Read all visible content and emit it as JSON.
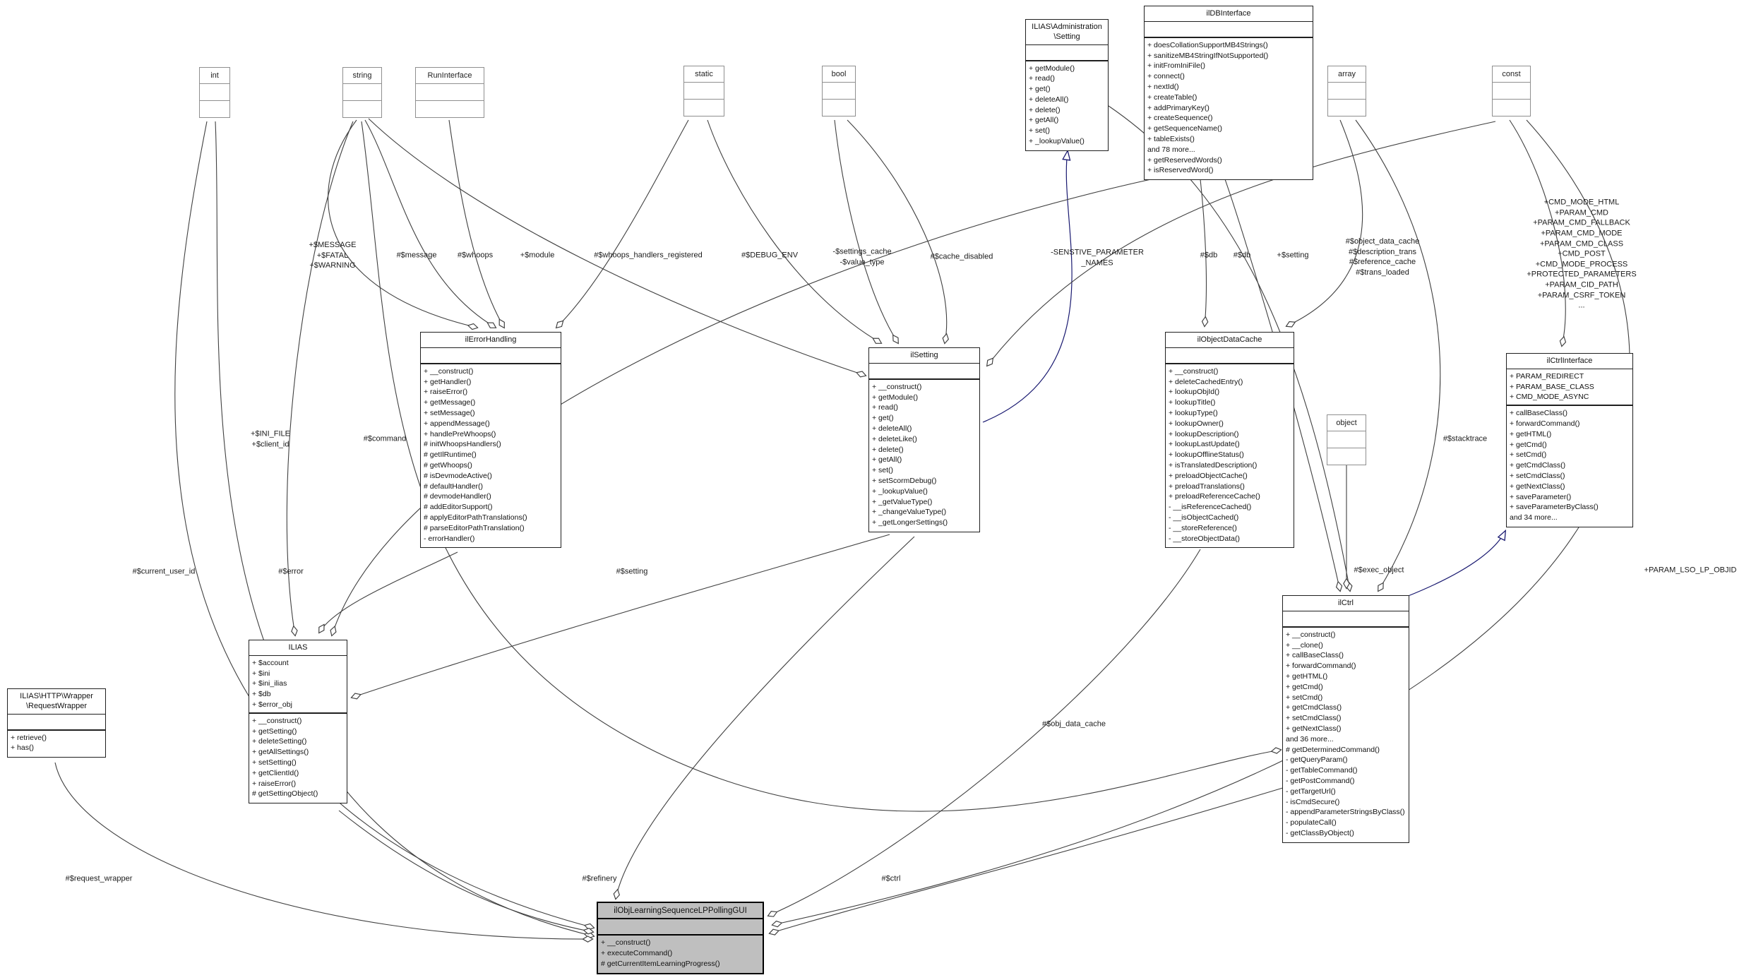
{
  "classes": {
    "int": {
      "title": "int"
    },
    "string": {
      "title": "string"
    },
    "runinterface": {
      "title": "RunInterface"
    },
    "static": {
      "title": "static"
    },
    "bool": {
      "title": "bool"
    },
    "array": {
      "title": "array"
    },
    "const": {
      "title": "const"
    },
    "object": {
      "title": "object"
    },
    "admin_setting": {
      "title": "ILIAS\\Administration\n\\Setting",
      "attributes": [],
      "methods": [
        "+ getModule()",
        "+ read()",
        "+ get()",
        "+ deleteAll()",
        "+ delete()",
        "+ getAll()",
        "+ set()",
        "+ _lookupValue()"
      ]
    },
    "ildbinterface": {
      "title": "ilDBInterface",
      "attributes": [],
      "methods": [
        "+ doesCollationSupportMB4Strings()",
        "+ sanitizeMB4StringIfNotSupported()",
        "+ initFromIniFile()",
        "+ connect()",
        "+ nextId()",
        "+ createTable()",
        "+ addPrimaryKey()",
        "+ createSequence()",
        "+ getSequenceName()",
        "+ tableExists()",
        "and 78 more...",
        "+ getReservedWords()",
        "+ isReservedWord()"
      ]
    },
    "ilerrorhandling": {
      "title": "ilErrorHandling",
      "attributes": [],
      "methods": [
        "+ __construct()",
        "+ getHandler()",
        "+ raiseError()",
        "+ getMessage()",
        "+ setMessage()",
        "+ appendMessage()",
        "+ handlePreWhoops()",
        "# initWhoopsHandlers()",
        "# getIlRuntime()",
        "# getWhoops()",
        "# isDevmodeActive()",
        "# defaultHandler()",
        "# devmodeHandler()",
        "# addEditorSupport()",
        "# applyEditorPathTranslations()",
        "# parseEditorPathTranslation()",
        "- errorHandler()"
      ]
    },
    "ilsetting": {
      "title": "ilSetting",
      "attributes": [],
      "methods": [
        "+ __construct()",
        "+ getModule()",
        "+ read()",
        "+ get()",
        "+ deleteAll()",
        "+ deleteLike()",
        "+ delete()",
        "+ getAll()",
        "+ set()",
        "+ setScormDebug()",
        "+ _lookupValue()",
        "+ _getValueType()",
        "+ _changeValueType()",
        "+ _getLongerSettings()"
      ]
    },
    "ilobjectdatacache": {
      "title": "ilObjectDataCache",
      "attributes": [],
      "methods": [
        "+ __construct()",
        "+ deleteCachedEntry()",
        "+ lookupObjId()",
        "+ lookupTitle()",
        "+ lookupType()",
        "+ lookupOwner()",
        "+ lookupDescription()",
        "+ lookupLastUpdate()",
        "+ lookupOfflineStatus()",
        "+ isTranslatedDescription()",
        "+ preloadObjectCache()",
        "+ preloadTranslations()",
        "+ preloadReferenceCache()",
        "- __isReferenceCached()",
        "- __isObjectCached()",
        "- __storeReference()",
        "- __storeObjectData()"
      ]
    },
    "ilctrlinterface": {
      "title": "ilCtrlInterface",
      "attributes": [
        "+ PARAM_REDIRECT",
        "+ PARAM_BASE_CLASS",
        "+ CMD_MODE_ASYNC"
      ],
      "methods": [
        "+ callBaseClass()",
        "+ forwardCommand()",
        "+ getHTML()",
        "+ getCmd()",
        "+ setCmd()",
        "+ getCmdClass()",
        "+ setCmdClass()",
        "+ getNextClass()",
        "+ saveParameter()",
        "+ saveParameterByClass()",
        "and 34 more..."
      ]
    },
    "ilctrl": {
      "title": "ilCtrl",
      "attributes": [],
      "methods": [
        "+ __construct()",
        "+ __clone()",
        "+ callBaseClass()",
        "+ forwardCommand()",
        "+ getHTML()",
        "+ getCmd()",
        "+ setCmd()",
        "+ getCmdClass()",
        "+ setCmdClass()",
        "+ getNextClass()",
        "and 36 more...",
        "# getDeterminedCommand()",
        "- getQueryParam()",
        "- getTableCommand()",
        "- getPostCommand()",
        "- getTargetUrl()",
        "- isCmdSecure()",
        "- appendParameterStringsByClass()",
        "- populateCall()",
        "- getClassByObject()"
      ]
    },
    "ilias": {
      "title": "ILIAS",
      "attributes": [
        "+ $account",
        "+ $ini",
        "+ $ini_ilias",
        "+ $db",
        "+ $error_obj"
      ],
      "methods": [
        "+ __construct()",
        "+ getSetting()",
        "+ deleteSetting()",
        "+ getAllSettings()",
        "+ setSetting()",
        "+ getClientId()",
        "+ raiseError()",
        "# getSettingObject()"
      ]
    },
    "requestwrapper": {
      "title": "ILIAS\\HTTP\\Wrapper\n\\RequestWrapper",
      "attributes": [],
      "methods": [
        "+ retrieve()",
        "+ has()"
      ]
    },
    "gui": {
      "title": "ilObjLearningSequenceLPPollingGUI",
      "attributes": [],
      "methods": [
        "+ __construct()",
        "+ executeCommand()",
        "# getCurrentItemLearningProgress()"
      ]
    }
  },
  "edge_labels": [
    {
      "text": "+$MESSAGE\n+$FATAL\n+$WARNING"
    },
    {
      "text": "#$message"
    },
    {
      "text": "#$whoops"
    },
    {
      "text": "+$module"
    },
    {
      "text": "#$whoops_handlers_registered"
    },
    {
      "text": "#$DEBUG_ENV"
    },
    {
      "text": "-$settings_cache\n-$value_type"
    },
    {
      "text": "#$cache_disabled"
    },
    {
      "text": "-SENSTIVE_PARAMETER\n_NAMES"
    },
    {
      "text": "#$db"
    },
    {
      "text": "#$db"
    },
    {
      "text": "+$setting"
    },
    {
      "text": "#$object_data_cache\n#$description_trans\n#$reference_cache\n#$trans_loaded"
    },
    {
      "text": "+CMD_MODE_HTML\n+PARAM_CMD\n+PARAM_CMD_FALLBACK\n+PARAM_CMD_MODE\n+PARAM_CMD_CLASS\n+CMD_POST\n+CMD_MODE_PROCESS\n+PROTECTED_PARAMETERS\n+PARAM_CID_PATH\n+PARAM_CSRF_TOKEN\n..."
    },
    {
      "text": "+$INI_FILE\n+$client_id"
    },
    {
      "text": "#$command"
    },
    {
      "text": "#$current_user_id"
    },
    {
      "text": "#$error"
    },
    {
      "text": "#$setting"
    },
    {
      "text": "#$exec_object"
    },
    {
      "text": "#$stacktrace"
    },
    {
      "text": "+PARAM_LSO_LP_OBJID"
    },
    {
      "text": "#$obj_data_cache"
    },
    {
      "text": "#$request_wrapper"
    },
    {
      "text": "#$refinery"
    },
    {
      "text": "#$ctrl"
    }
  ]
}
